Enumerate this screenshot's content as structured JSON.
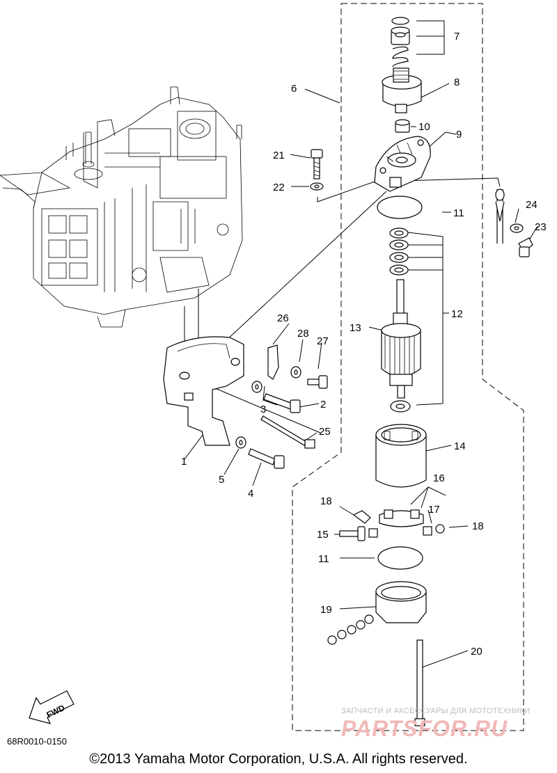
{
  "diagram": {
    "catalog_code": "68R0010-0150",
    "copyright": "©2013 Yamaha Motor Corporation, U.S.A. All rights reserved.",
    "fwd_label": "FWD",
    "watermark": {
      "caption": "ЗАПЧАСТИ И АКСЕССУАРЫ ДЛЯ МОТОТЕХНИКИ",
      "logo": "PARTSFOR.RU"
    },
    "callouts": {
      "c1": "1",
      "c2": "2",
      "c3": "3",
      "c4": "4",
      "c5": "5",
      "c6": "6",
      "c7": "7",
      "c8": "8",
      "c9": "9",
      "c10": "10",
      "c11a": "11",
      "c11b": "11",
      "c12": "12",
      "c13": "13",
      "c14": "14",
      "c15": "15",
      "c16": "16",
      "c17": "17",
      "c18a": "18",
      "c18b": "18",
      "c19": "19",
      "c20": "20",
      "c21": "21",
      "c22": "22",
      "c23": "23",
      "c24": "24",
      "c25": "25",
      "c26": "26",
      "c27": "27",
      "c28": "28"
    }
  }
}
